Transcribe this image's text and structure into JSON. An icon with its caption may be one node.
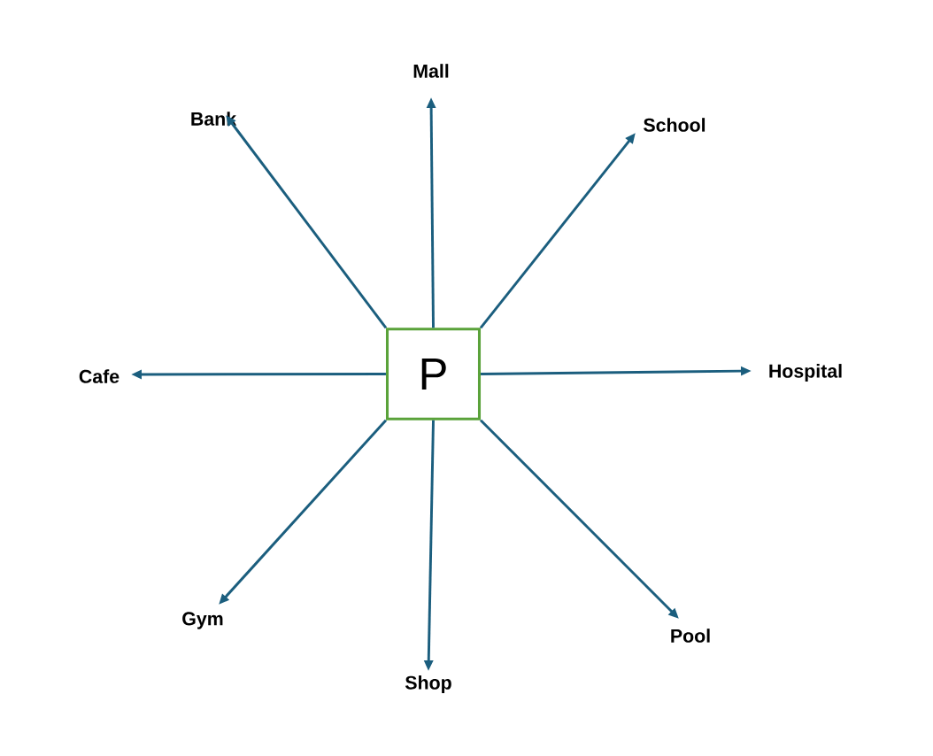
{
  "diagram": {
    "nodes": [
      {
        "text": [
          "Mall"
        ]
      },
      {
        "text": [
          "Bank"
        ]
      },
      {
        "text": [
          "School"
        ]
      },
      {
        "text": [
          "Cafe"
        ]
      },
      {
        "text": [
          "P"
        ]
      },
      {
        "text": [
          "Hospital"
        ]
      },
      {
        "text": [
          "Gym"
        ]
      },
      {
        "text": [
          "Pool"
        ]
      },
      {
        "text": [
          "Shop"
        ]
      }
    ],
    "edges": [
      {
        "from": 4,
        "to": 0,
        "arrow": "to"
      },
      {
        "from": 4,
        "to": 1,
        "arrow": "to"
      },
      {
        "from": 4,
        "to": 2,
        "arrow": "to"
      },
      {
        "from": 4,
        "to": 3,
        "arrow": "to"
      },
      {
        "from": 4,
        "to": 5,
        "arrow": "to"
      },
      {
        "from": 4,
        "to": 6,
        "arrow": "to"
      },
      {
        "from": 4,
        "to": 7,
        "arrow": "to"
      },
      {
        "from": 4,
        "to": 8,
        "arrow": "to"
      }
    ]
  }
}
